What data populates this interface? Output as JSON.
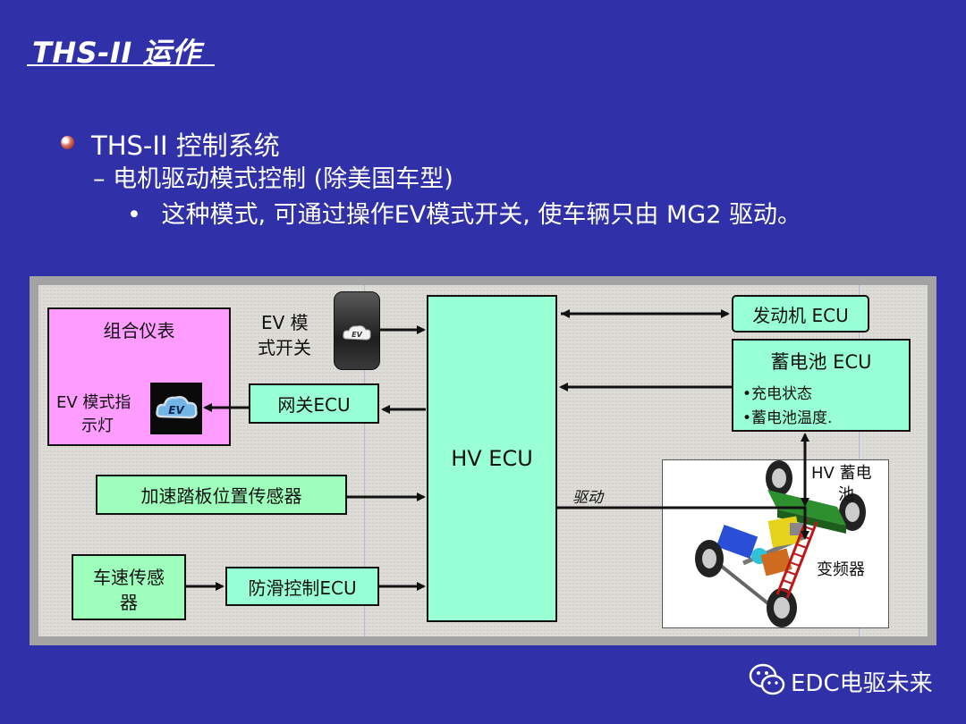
{
  "slide": {
    "title": "THS-II 运作",
    "bullet1": "THS-II 控制系统",
    "bullet2": "– 电机驱动模式控制 (除美国车型)",
    "bullet3_prefix": "•",
    "bullet3": "这种模式, 可通过操作EV模式开关, 使车辆只由 MG2 驱动。"
  },
  "diagram": {
    "combo_meter": "组合仪表",
    "ev_indicator_label_1": "EV 模式指",
    "ev_indicator_label_2": "示灯",
    "ev_switch_label_1": "EV 模",
    "ev_switch_label_2": "式开关",
    "ev_badge": "EV",
    "gateway_ecu": "网关ECU",
    "hv_ecu": "HV ECU",
    "engine_ecu": "发动机 ECU",
    "battery_ecu": "蓄电池 ECU",
    "battery_item_1": "•充电状态",
    "battery_item_2": "•蓄电池温度.",
    "accel_sensor": "加速踏板位置传感器",
    "speed_sensor_1": "车速传感",
    "speed_sensor_2": "器",
    "skid_ecu": "防滑控制ECU",
    "drive_label": "驱动",
    "hv_battery_1": "HV  蓄电",
    "hv_battery_2": "池",
    "inverter": "变频器"
  },
  "footer": {
    "brand": "EDC电驱未来",
    "icon": "wechat-icon"
  },
  "colors": {
    "background": "#3030a8",
    "meter_box": "#ff9cff",
    "green_box": "#9dffbb",
    "teal_box": "#99ffd5"
  }
}
